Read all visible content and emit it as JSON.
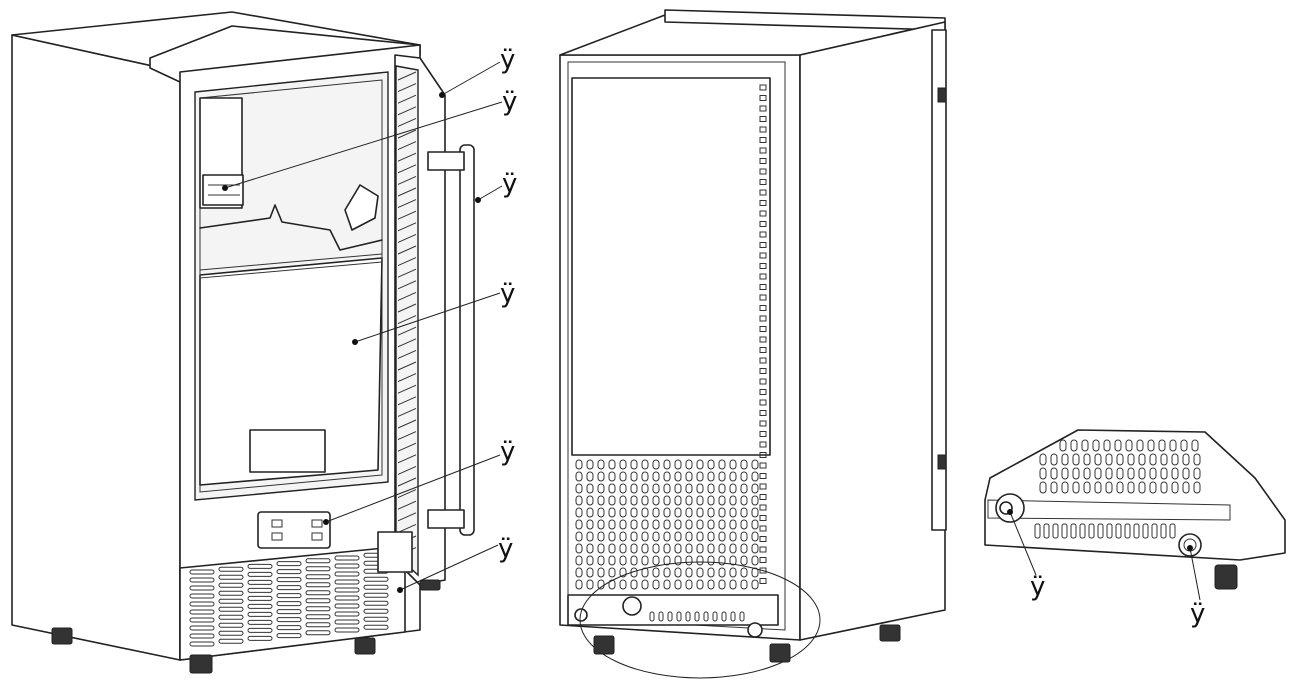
{
  "callouts": {
    "front": [
      {
        "text": "ÿ"
      },
      {
        "text": "ÿ"
      },
      {
        "text": "ÿ"
      },
      {
        "text": "ÿ"
      },
      {
        "text": "ÿ"
      },
      {
        "text": "ÿ"
      }
    ],
    "detail": [
      {
        "text": "ÿ"
      },
      {
        "text": "ÿ"
      }
    ]
  }
}
